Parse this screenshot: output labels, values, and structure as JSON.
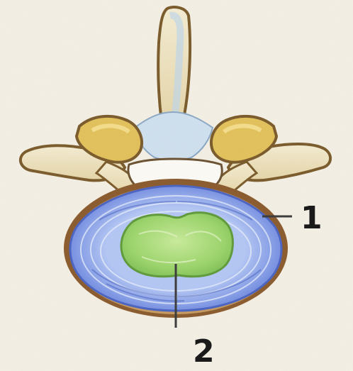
{
  "diagram": {
    "labels": [
      {
        "id": "label-1",
        "text": "1"
      },
      {
        "id": "label-2",
        "text": "2"
      }
    ],
    "colors": {
      "background": "#f3efe4",
      "bone": "#efe6c8",
      "bone_outline": "#7a5a2a",
      "facet_joint": "#e2c15a",
      "ligament_blue": "#bfd6e8",
      "annulus_outer": "#5f78d8",
      "annulus_inner": "#9fb6f0",
      "nucleus": "#9bd46a",
      "nucleus_light": "#c8ea9a",
      "rim_brown": "#8a5a2c",
      "callout_line": "#3a3a3a"
    }
  }
}
